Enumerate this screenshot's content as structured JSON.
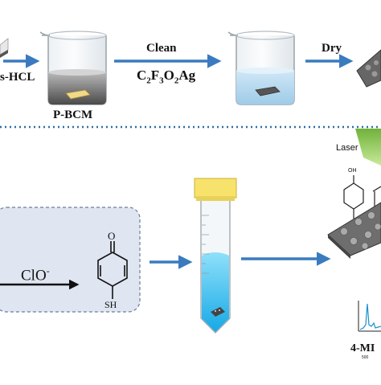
{
  "top_row": {
    "partial_left_label": "s-HCL",
    "beaker1_label": "P-BCM",
    "arrow2_top_label": "Clean",
    "arrow2_bottom_label": {
      "parts": [
        "C",
        "2",
        "F",
        "3",
        "O",
        "2",
        "Ag"
      ]
    },
    "arrow3_label": "Dry"
  },
  "bottom_row": {
    "reaction_label": "ClO",
    "reaction_superscript": "-",
    "oxygen_atom": "O",
    "thiol_group": "SH",
    "laser_label": "Laser",
    "oh_label": "OH",
    "partial_result_label": "4-MI",
    "spectrum_tick": "500"
  },
  "colors": {
    "arrow_blue": "#3a7bbf",
    "divider_blue": "#2e6da4",
    "panel_fill": "#dfe6f1",
    "panel_border": "#6a7d99",
    "solution_blue": "#4fc0ee",
    "laser_green": "#8cc63f",
    "cap_yellow": "#f7e26b",
    "silver_plate": "#777777"
  },
  "icons": [
    "beaker-icon",
    "test-tube-icon",
    "laser-beam-icon",
    "substrate-icon",
    "molecule-icon",
    "spectrum-icon"
  ]
}
